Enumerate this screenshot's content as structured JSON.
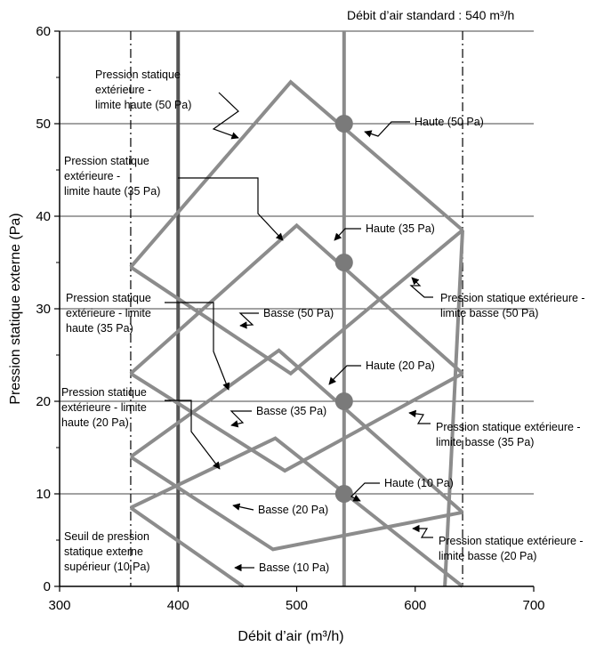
{
  "chart_data": {
    "type": "line",
    "title": "",
    "xlabel": "Débit d’air (m³/h)",
    "ylabel": "Pression statique externe (Pa)",
    "xlim": [
      300,
      700
    ],
    "ylim": [
      0,
      60
    ],
    "x_ticks": [
      300,
      400,
      500,
      600,
      700
    ],
    "y_ticks": [
      0,
      10,
      20,
      30,
      40,
      50,
      60
    ],
    "grid": "horizontal",
    "standard_flow": {
      "label": "Débit d’air standard : 540 m³/h",
      "value": 540
    },
    "min_flow": 360,
    "max_flow": 640,
    "bold_vertical": 400,
    "series": [
      {
        "values": [
          [
            360,
            34.5
          ],
          [
            495,
            54.5
          ],
          [
            640,
            38.5
          ]
        ]
      },
      {
        "values": [
          [
            360,
            23
          ],
          [
            500,
            39
          ],
          [
            640,
            23
          ]
        ]
      },
      {
        "values": [
          [
            360,
            14
          ],
          [
            485,
            25.5
          ],
          [
            640,
            8
          ]
        ]
      },
      {
        "values": [
          [
            360,
            8.5
          ],
          [
            482,
            16
          ],
          [
            640,
            0
          ]
        ]
      },
      {
        "values": [
          [
            360,
            34.5
          ],
          [
            495,
            23
          ],
          [
            640,
            38.5
          ]
        ]
      },
      {
        "values": [
          [
            360,
            23
          ],
          [
            490,
            12.5
          ],
          [
            640,
            23
          ]
        ]
      },
      {
        "values": [
          [
            360,
            14
          ],
          [
            480,
            4
          ],
          [
            640,
            8
          ]
        ]
      },
      {
        "values": [
          [
            360,
            8.5
          ],
          [
            455,
            0
          ]
        ]
      },
      {
        "values": [
          [
            640,
            38.5
          ],
          [
            625,
            0
          ]
        ]
      }
    ],
    "markers": [
      {
        "x": 540,
        "y": 50
      },
      {
        "x": 540,
        "y": 35
      },
      {
        "x": 540,
        "y": 20
      },
      {
        "x": 540,
        "y": 10
      }
    ],
    "annotations": [
      {
        "lines": [
          "Pression statique",
          "extérieure -",
          "limite haute (50 Pa)"
        ]
      },
      {
        "lines": [
          "Pression statique",
          "extérieure -",
          "limite haute (35 Pa)"
        ]
      },
      {
        "lines": [
          "Pression statique",
          "extérieure - limite",
          "haute (35 Pa)"
        ]
      },
      {
        "lines": [
          "Pression statique",
          "extérieure - limite",
          "haute (20 Pa)"
        ]
      },
      {
        "lines": [
          "Seuil de pression",
          "statique externe",
          "supérieur (10 Pa)"
        ]
      },
      {
        "lines": [
          "Haute (50 Pa)"
        ]
      },
      {
        "lines": [
          "Haute (35 Pa)"
        ]
      },
      {
        "lines": [
          "Haute (20 Pa)"
        ]
      },
      {
        "lines": [
          "Haute (10 Pa)"
        ]
      },
      {
        "lines": [
          "Basse (50 Pa)"
        ]
      },
      {
        "lines": [
          "Basse (35 Pa)"
        ]
      },
      {
        "lines": [
          "Basse (20 Pa)"
        ]
      },
      {
        "lines": [
          "Basse (10 Pa)"
        ]
      },
      {
        "lines": [
          "Pression statique extérieure -",
          "limite basse (50 Pa)"
        ]
      },
      {
        "lines": [
          "Pression statique extérieure -",
          "limite basse (35 Pa)"
        ]
      },
      {
        "lines": [
          "Pression statique extérieure -",
          "limite basse (20 Pa)"
        ]
      }
    ]
  }
}
